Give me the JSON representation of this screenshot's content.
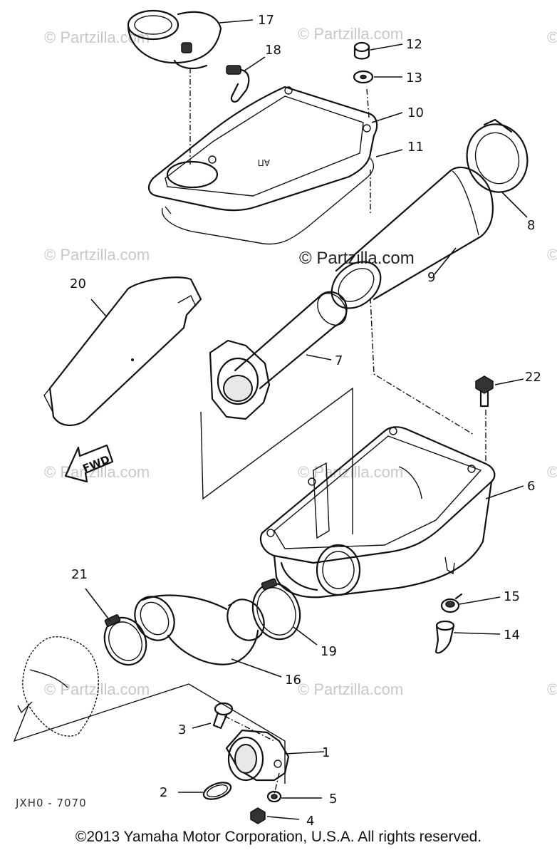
{
  "diagram": {
    "callouts": [
      {
        "id": "1",
        "label": "1"
      },
      {
        "id": "2",
        "label": "2"
      },
      {
        "id": "3",
        "label": "3"
      },
      {
        "id": "4",
        "label": "4"
      },
      {
        "id": "5",
        "label": "5"
      },
      {
        "id": "6",
        "label": "6"
      },
      {
        "id": "7",
        "label": "7"
      },
      {
        "id": "8",
        "label": "8"
      },
      {
        "id": "9",
        "label": "9"
      },
      {
        "id": "10",
        "label": "10"
      },
      {
        "id": "11",
        "label": "11"
      },
      {
        "id": "12",
        "label": "12"
      },
      {
        "id": "13",
        "label": "13"
      },
      {
        "id": "14",
        "label": "14"
      },
      {
        "id": "15",
        "label": "15"
      },
      {
        "id": "16",
        "label": "16"
      },
      {
        "id": "17",
        "label": "17"
      },
      {
        "id": "18",
        "label": "18"
      },
      {
        "id": "19",
        "label": "19"
      },
      {
        "id": "20",
        "label": "20"
      },
      {
        "id": "21",
        "label": "21"
      },
      {
        "id": "22",
        "label": "22"
      }
    ],
    "fwd_label": "FWD",
    "cover_marking": "AΠ",
    "drawing_code": "JXH0 - 7070",
    "watermark": "© Partzilla.com",
    "watermark_center": "© Partzilla.com"
  },
  "footer": {
    "copyright": "©2013 Yamaha Motor Corporation, U.S.A. All rights reserved."
  }
}
